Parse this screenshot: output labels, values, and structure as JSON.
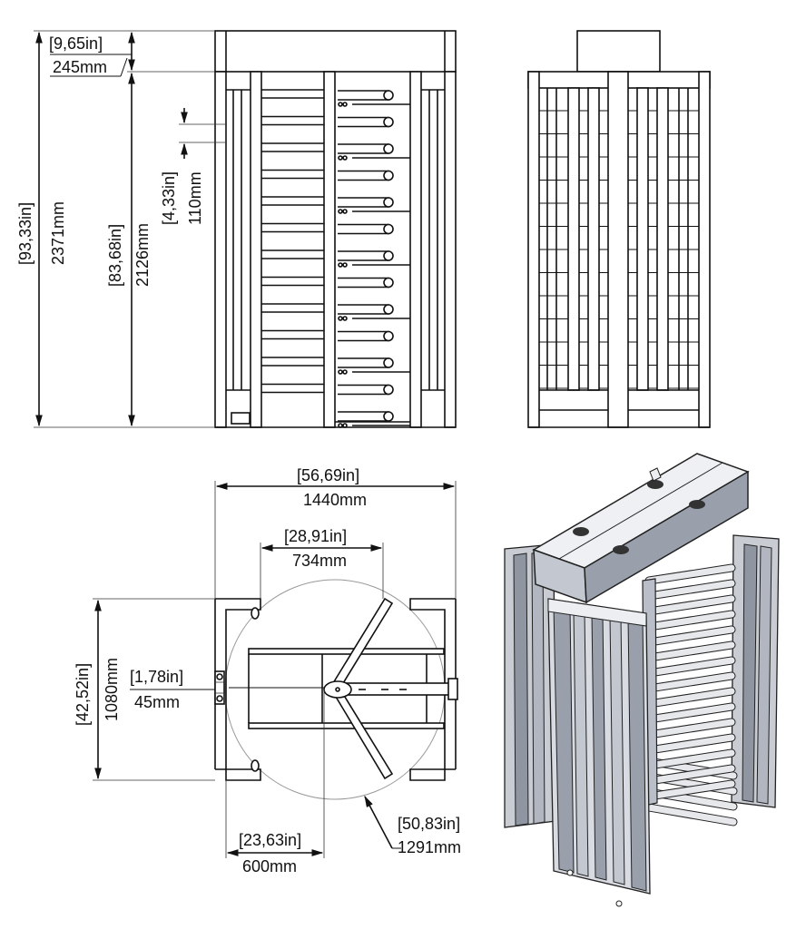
{
  "dimensions": {
    "total_height": {
      "imperial": "93,33in",
      "metric": "2371mm"
    },
    "frame_height": {
      "imperial": "83,68in",
      "metric": "2126mm"
    },
    "top_box": {
      "imperial": "9,65in",
      "metric": "245mm"
    },
    "bar_spacing": {
      "imperial": "4,33in",
      "metric": "110mm"
    },
    "overall_width": {
      "imperial": "56,69in",
      "metric": "1440mm"
    },
    "passage_width": {
      "imperial": "28,91in",
      "metric": "734mm"
    },
    "depth": {
      "imperial": "42,52in",
      "metric": "1080mm"
    },
    "offset": {
      "imperial": "1,78in",
      "metric": "45mm"
    },
    "rotor_offset": {
      "imperial": "23,63in",
      "metric": "600mm"
    },
    "rotor_diameter": {
      "imperial": "50,83in",
      "metric": "1291mm"
    }
  },
  "colors": {
    "line": "#111111",
    "iso_fill": "#d8dbe2",
    "iso_dark": "#9aa0ab"
  }
}
